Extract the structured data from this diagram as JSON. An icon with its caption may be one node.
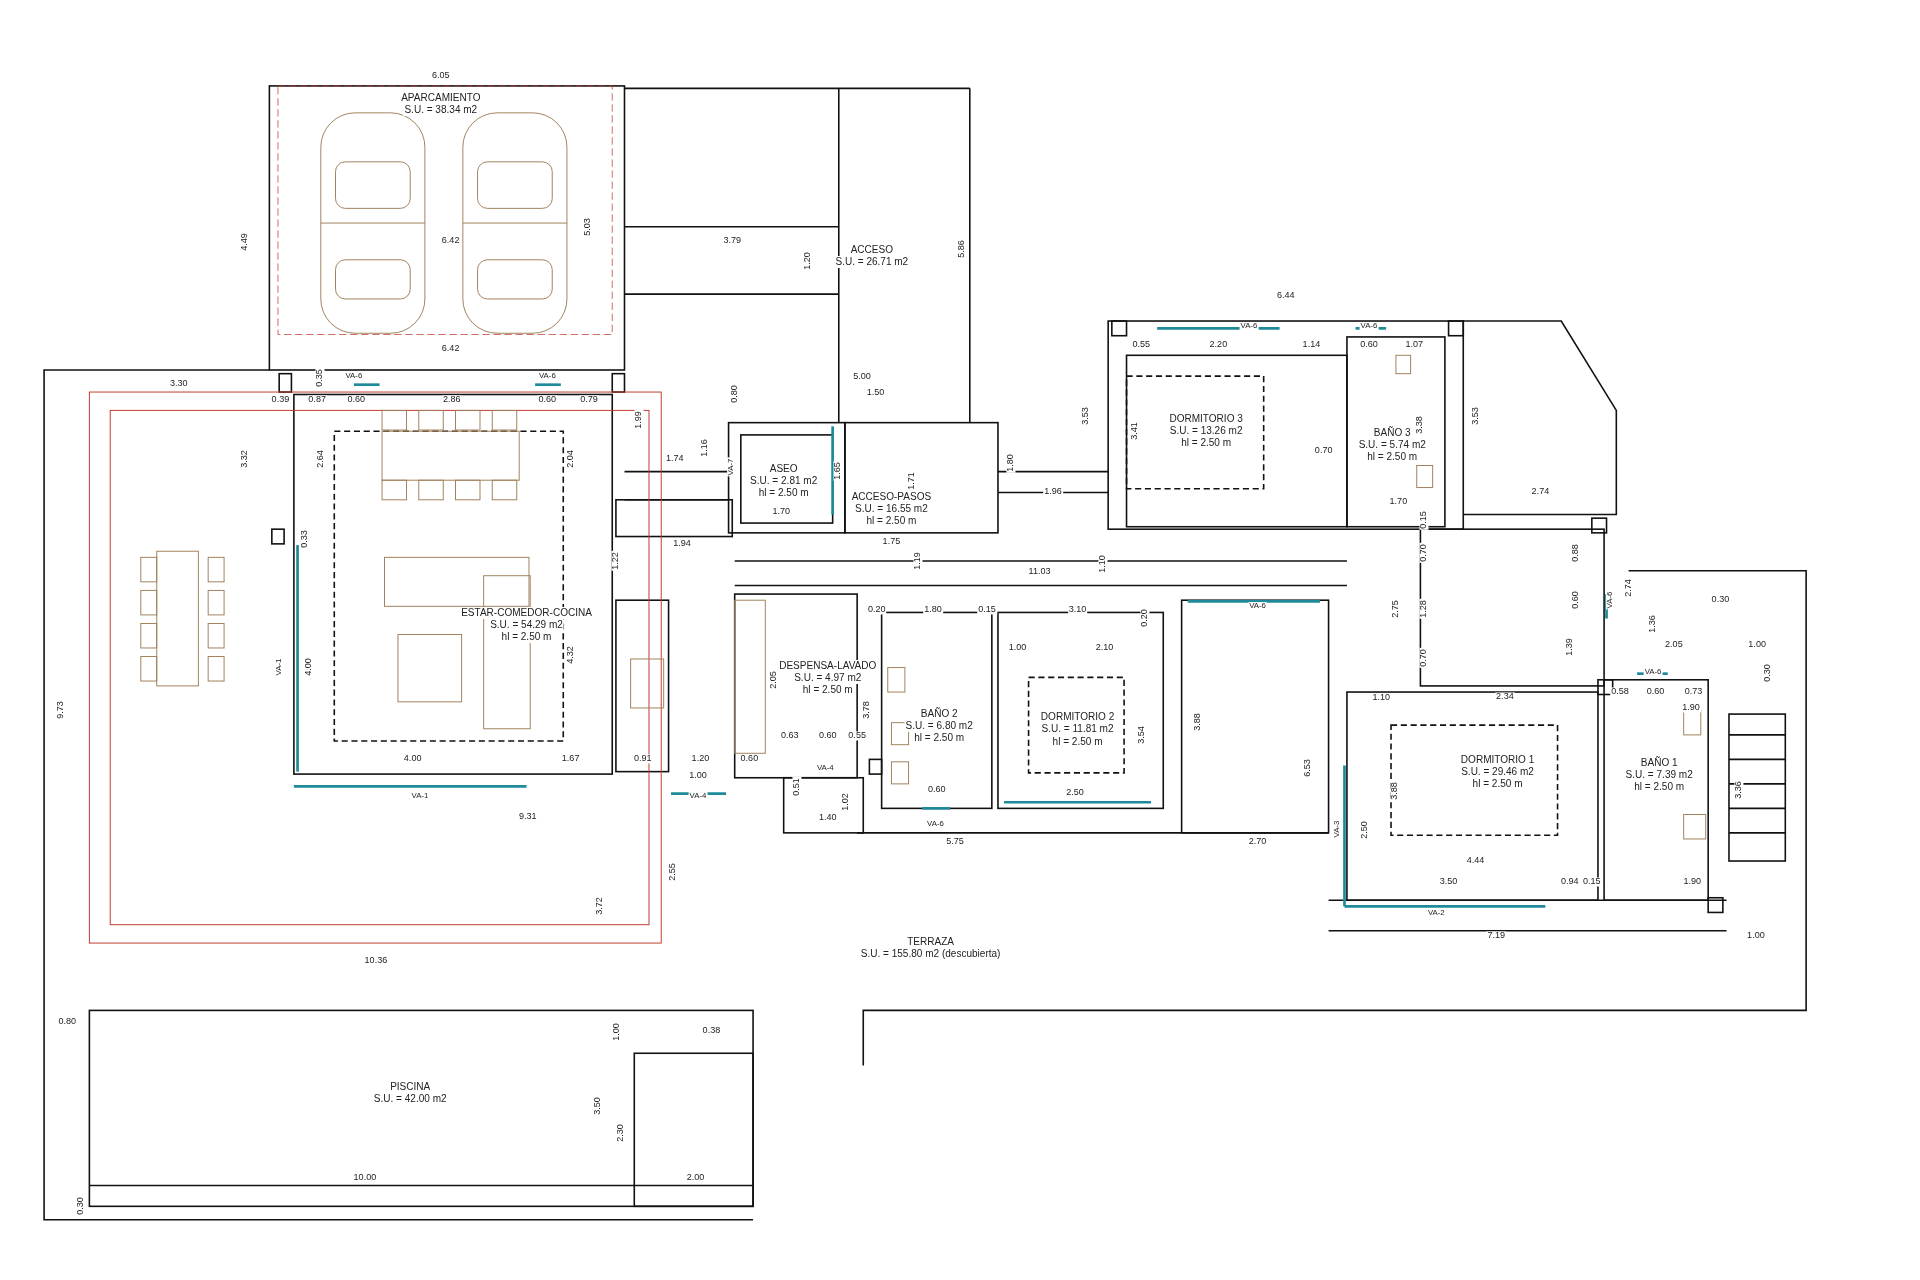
{
  "diagram": {
    "nodes": [
      {
        "text": [
          "APARCAMIENTO",
          "S.U. = 38.34 m2"
        ]
      },
      {
        "text": [
          "ACCESO",
          "S.U. = 26.71 m2"
        ]
      },
      {
        "text": [
          "ASEO",
          "S.U. = 2.81 m2",
          "hl = 2.50 m"
        ]
      },
      {
        "text": [
          "ACCESO-PASOS",
          "S.U. = 16.55 m2",
          "hl = 2.50 m"
        ]
      },
      {
        "text": [
          "DORMITORIO 3",
          "S.U. = 13.26 m2",
          "hl = 2.50 m"
        ]
      },
      {
        "text": [
          "BAÑO 3",
          "S.U. = 5.74 m2",
          "hl = 2.50 m"
        ]
      },
      {
        "text": [
          "ESTAR-COMEDOR-COCINA",
          "S.U. = 54.29 m2",
          "hl = 2.50 m"
        ]
      },
      {
        "text": [
          "DESPENSA-LAVADO",
          "S.U. = 4.97 m2",
          "hl = 2.50 m"
        ]
      },
      {
        "text": [
          "BAÑO 2",
          "S.U. = 6.80 m2",
          "hl = 2.50 m"
        ]
      },
      {
        "text": [
          "DORMITORIO 2",
          "S.U. = 11.81 m2",
          "hl = 2.50 m"
        ]
      },
      {
        "text": [
          "DORMITORIO 1",
          "S.U. = 29.46 m2",
          "hl = 2.50 m"
        ]
      },
      {
        "text": [
          "BAÑO 1",
          "S.U. = 7.39 m2",
          "hl = 2.50 m"
        ]
      },
      {
        "text": [
          "TERRAZA",
          "S.U. = 155.80 m2 (descubierta)"
        ]
      },
      {
        "text": [
          "PISCINA",
          "S.U. = 42.00 m2"
        ]
      }
    ],
    "labels": [
      "6.05",
      "4.49",
      "5.03",
      "6.42",
      "3.79",
      "1.20",
      "5.86",
      "6.42",
      "6.44",
      "VA-6",
      "VA-6",
      "0.55",
      "2.20",
      "1.14",
      "0.60",
      "1.07",
      "0.35",
      "VA-6",
      "VA-6",
      "5.00",
      "3.30",
      "1.50",
      "0.80",
      "0.39",
      "0.87",
      "0.60",
      "2.86",
      "0.60",
      "0.79",
      "1.99",
      "3.53",
      "3.41",
      "3.38",
      "3.53",
      "1.16",
      "3.32",
      "2.64",
      "2.04",
      "1.74",
      "VA-7",
      "1.65",
      "1.71",
      "1.80",
      "0.70",
      "1.96",
      "2.74",
      "1.70",
      "1.70",
      "0.15",
      "0.33",
      "1.22",
      "1.94",
      "1.75",
      "0.70",
      "0.88",
      "1.19",
      "1.10",
      "11.03",
      "2.74",
      "0.30",
      "0.60",
      "VA-6",
      "2.75",
      "1.28",
      "VA-6",
      "0.20",
      "1.80",
      "0.15",
      "3.10",
      "0.20",
      "1.36",
      "2.05",
      "1.00",
      "1.39",
      "1.00",
      "2.10",
      "4.32",
      "VA-1",
      "4.00",
      "0.30",
      "VA-6",
      "2.05",
      "0.70",
      "0.58",
      "0.60",
      "0.73",
      "1.10",
      "2.34",
      "3.78",
      "1.90",
      "9.73",
      "3.54",
      "3.88",
      "0.63",
      "0.60",
      "0.55",
      "4.00",
      "1.67",
      "0.91",
      "1.20",
      "0.60",
      "VA-4",
      "6.53",
      "1.00",
      "0.51",
      "3.88",
      "3.36",
      "0.60",
      "2.50",
      "VA-1",
      "VA-4",
      "1.02",
      "9.31",
      "1.40",
      "VA-6",
      "VA-3",
      "2.50",
      "5.75",
      "2.70",
      "4.44",
      "2.55",
      "3.50",
      "0.94",
      "0.15",
      "1.90",
      "3.72",
      "VA-2",
      "7.19",
      "1.00",
      "10.36",
      "0.80",
      "0.38",
      "1.00",
      "3.50",
      "2.30",
      "10.00",
      "2.00",
      "0.30"
    ]
  }
}
